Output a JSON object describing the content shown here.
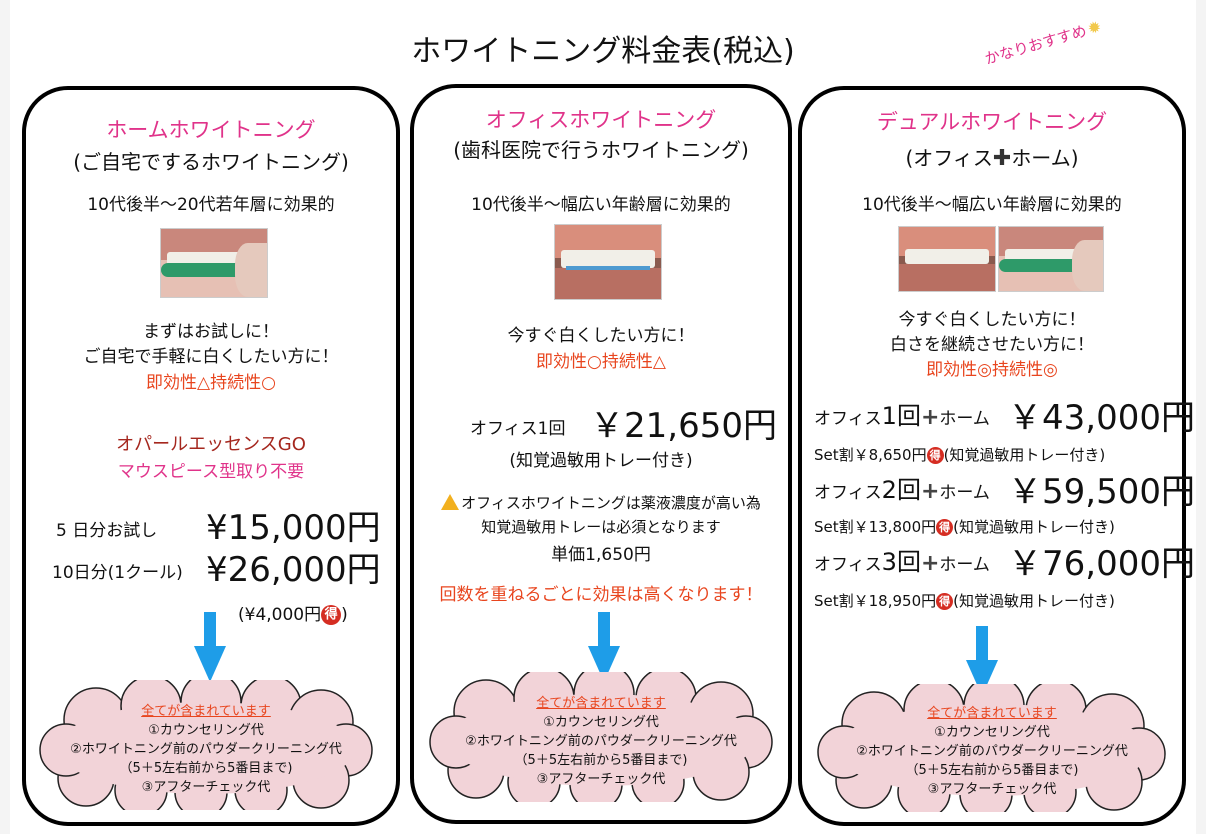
{
  "title": "ホワイトニング料金表(税込)",
  "recommend": "かなりおすすめ",
  "home": {
    "title": "ホームホワイトニング",
    "subtitle": "(ご自宅でするホワイトニング)",
    "target": "10代後半〜20代若年層に効果的",
    "desc1": "まずはお試しに！",
    "desc2": "ご自宅で手軽に白くしたい方に！",
    "effect": "即効性△持続性○",
    "essence": "オパールエッセンスGO",
    "mouthpiece": "マウスピース型取り不要",
    "price1_label": "5 日分お試し",
    "price1": "¥15,000円",
    "price2_label": "10日分(1クール)",
    "price2": "¥26,000円",
    "discount": "(¥4,000円",
    "discount_end": ")"
  },
  "office": {
    "title": "オフィスホワイトニング",
    "subtitle": "(歯科医院で行うホワイトニング)",
    "target": "10代後半〜幅広い年齢層に効果的",
    "desc1": "今すぐ白くしたい方に！",
    "effect": "即効性○持続性△",
    "price_label": "オフィス1回",
    "price": "￥21,650円",
    "price_note": "(知覚過敏用トレー付き)",
    "warning1": "オフィスホワイトニングは薬液濃度が高い為",
    "warning2": "知覚過敏用トレーは必須となります",
    "unit_price": "単価1,650円",
    "repeat": "回数を重ねるごとに効果は高くなります！"
  },
  "dual": {
    "title": "デュアルホワイトニング",
    "subtitle_pre": "(オフィス",
    "subtitle_plus": "✚",
    "subtitle_post": "ホーム)",
    "target": "10代後半〜幅広い年齢層に効果的",
    "desc1": "今すぐ白くしたい方に！",
    "desc2": "白さを継続させたい方に！",
    "effect": "即効性◎持続性◎",
    "plans": [
      {
        "office": "オフィス",
        "count": "1回",
        "plus": "+",
        "home": "ホーム",
        "price": "￥43,000円",
        "set": "Set割￥8,650円",
        "note": "(知覚過敏用トレー付き)"
      },
      {
        "office": "オフィス",
        "count": "2回",
        "plus": "+",
        "home": "ホーム",
        "price": "￥59,500円",
        "set": "Set割￥13,800円",
        "note": "(知覚過敏用トレー付き)"
      },
      {
        "office": "オフィス",
        "count": "3回",
        "plus": "+",
        "home": "ホーム",
        "price": "￥76,000円",
        "set": "Set割￥18,950円",
        "note": "(知覚過敏用トレー付き)"
      }
    ]
  },
  "toku": "得",
  "included": {
    "head": "全てが含まれています",
    "item1": "①カウンセリング代",
    "item2": "②ホワイトニング前のパウダークリーニング代",
    "item3": "（5＋5左右前から5番目まで)",
    "item4": "③アフターチェック代"
  },
  "colors": {
    "pink": "#e0338a",
    "red": "#e8451e",
    "arrow": "#1e9de8",
    "cloud": "#f2d3d8"
  }
}
